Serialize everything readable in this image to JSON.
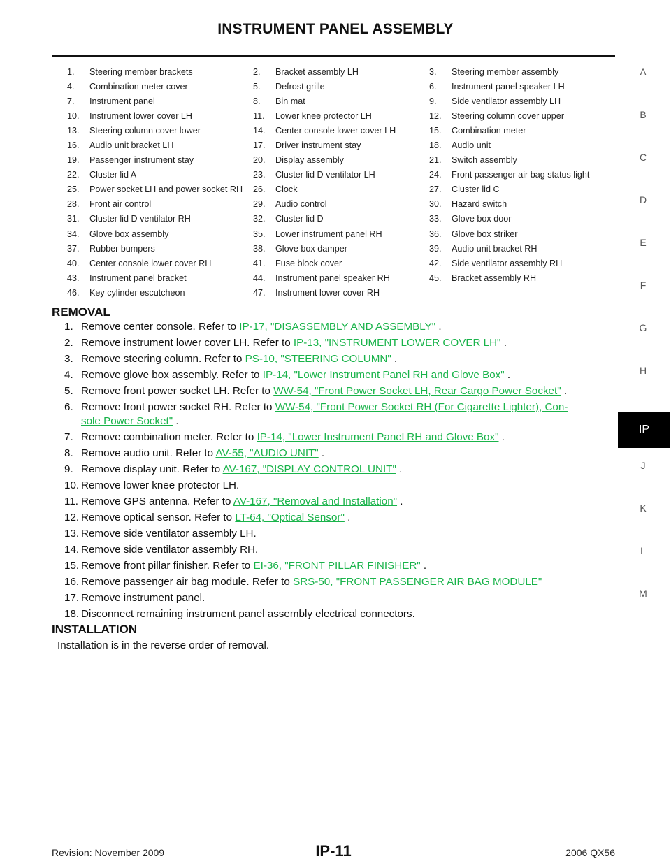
{
  "header": {
    "title": "INSTRUMENT PANEL ASSEMBLY"
  },
  "side_index": {
    "letters": [
      "A",
      "B",
      "C",
      "D",
      "E",
      "F",
      "G",
      "H",
      "IP",
      "J",
      "K",
      "L",
      "M"
    ],
    "active": "IP"
  },
  "legend": [
    [
      {
        "num": "1.",
        "label": "Steering member brackets"
      },
      {
        "num": "2.",
        "label": "Bracket assembly LH"
      },
      {
        "num": "3.",
        "label": "Steering member assembly"
      }
    ],
    [
      {
        "num": "4.",
        "label": "Combination meter cover"
      },
      {
        "num": "5.",
        "label": "Defrost grille"
      },
      {
        "num": "6.",
        "label": "Instrument panel speaker LH"
      }
    ],
    [
      {
        "num": "7.",
        "label": "Instrument panel"
      },
      {
        "num": "8.",
        "label": "Bin mat"
      },
      {
        "num": "9.",
        "label": "Side ventilator assembly LH"
      }
    ],
    [
      {
        "num": "10.",
        "label": "Instrument lower cover LH"
      },
      {
        "num": "11.",
        "label": "Lower knee protector LH"
      },
      {
        "num": "12.",
        "label": "Steering column cover upper"
      }
    ],
    [
      {
        "num": "13.",
        "label": "Steering column cover lower"
      },
      {
        "num": "14.",
        "label": "Center console lower cover LH"
      },
      {
        "num": "15.",
        "label": "Combination meter"
      }
    ],
    [
      {
        "num": "16.",
        "label": "Audio unit bracket LH"
      },
      {
        "num": "17.",
        "label": "Driver instrument stay"
      },
      {
        "num": "18.",
        "label": "Audio unit"
      }
    ],
    [
      {
        "num": "19.",
        "label": "Passenger instrument stay"
      },
      {
        "num": "20.",
        "label": "Display assembly"
      },
      {
        "num": "21.",
        "label": "Switch assembly"
      }
    ],
    [
      {
        "num": "22.",
        "label": "Cluster lid A"
      },
      {
        "num": "23.",
        "label": "Cluster lid D ventilator LH"
      },
      {
        "num": "24.",
        "label": "Front passenger air bag status light"
      }
    ],
    [
      {
        "num": "25.",
        "label": "Power socket LH and power socket RH"
      },
      {
        "num": "26.",
        "label": "Clock"
      },
      {
        "num": "27.",
        "label": "Cluster lid C"
      }
    ],
    [
      {
        "num": "28.",
        "label": "Front air control"
      },
      {
        "num": "29.",
        "label": "Audio control"
      },
      {
        "num": "30.",
        "label": "Hazard switch"
      }
    ],
    [
      {
        "num": "31.",
        "label": "Cluster lid D ventilator RH"
      },
      {
        "num": "32.",
        "label": "Cluster lid D"
      },
      {
        "num": "33.",
        "label": "Glove box door"
      }
    ],
    [
      {
        "num": "34.",
        "label": "Glove box assembly"
      },
      {
        "num": "35.",
        "label": "Lower instrument panel RH"
      },
      {
        "num": "36.",
        "label": "Glove box striker"
      }
    ],
    [
      {
        "num": "37.",
        "label": "Rubber bumpers"
      },
      {
        "num": "38.",
        "label": "Glove box damper"
      },
      {
        "num": "39.",
        "label": "Audio unit bracket RH"
      }
    ],
    [
      {
        "num": "40.",
        "label": "Center console lower cover RH"
      },
      {
        "num": "41.",
        "label": "Fuse block cover"
      },
      {
        "num": "42.",
        "label": "Side ventilator assembly RH"
      }
    ],
    [
      {
        "num": "43.",
        "label": "Instrument panel bracket"
      },
      {
        "num": "44.",
        "label": "Instrument panel speaker RH"
      },
      {
        "num": "45.",
        "label": "Bracket assembly RH"
      }
    ],
    [
      {
        "num": "46.",
        "label": "Key cylinder escutcheon"
      },
      {
        "num": "47.",
        "label": "Instrument lower cover RH"
      },
      {
        "num": "",
        "label": ""
      }
    ]
  ],
  "removal": {
    "heading": "REMOVAL",
    "steps": [
      {
        "num": "1.",
        "text": "Remove center console. Refer to ",
        "link": "IP-17, \"DISASSEMBLY AND ASSEMBLY\"",
        "after": " ."
      },
      {
        "num": "2.",
        "text": "Remove instrument lower cover LH. Refer to ",
        "link": "IP-13, \"INSTRUMENT LOWER COVER LH\"",
        "after": " ."
      },
      {
        "num": "3.",
        "text": "Remove steering column. Refer to ",
        "link": "PS-10, \"STEERING COLUMN\"",
        "after": " ."
      },
      {
        "num": "4.",
        "text": "Remove glove box assembly. Refer to ",
        "link": "IP-14, \"Lower Instrument Panel RH and Glove Box\"",
        "after": " ."
      },
      {
        "num": "5.",
        "text": "Remove front power socket LH. Refer to ",
        "link": "WW-54, \"Front Power Socket LH, Rear Cargo Power Socket\"",
        "after": " ."
      },
      {
        "num": "6.",
        "text": "Remove front power socket RH. Refer to ",
        "link": "WW-54, \"Front Power Socket RH (For Cigarette Lighter), Con-",
        "link2": "sole Power Socket\"",
        "after": " ."
      },
      {
        "num": "7.",
        "text": "Remove combination meter. Refer to ",
        "link": "IP-14, \"Lower Instrument Panel RH and Glove Box\"",
        "after": " ."
      },
      {
        "num": "8.",
        "text": "Remove audio unit. Refer to ",
        "link": "AV-55, \"AUDIO UNIT\"",
        "after": " ."
      },
      {
        "num": "9.",
        "text": "Remove display unit. Refer to ",
        "link": "AV-167, \"DISPLAY CONTROL UNIT\"",
        "after": " ."
      },
      {
        "num": "10.",
        "text": "Remove lower knee protector LH.",
        "link": "",
        "after": ""
      },
      {
        "num": "11.",
        "text": "Remove GPS antenna. Refer to ",
        "link": "AV-167, \"Removal and Installation\"",
        "after": " ."
      },
      {
        "num": "12.",
        "text": "Remove optical sensor. Refer to ",
        "link": "LT-64, \"Optical Sensor\"",
        "after": " ."
      },
      {
        "num": "13.",
        "text": "Remove side ventilator assembly LH.",
        "link": "",
        "after": ""
      },
      {
        "num": "14.",
        "text": "Remove side ventilator assembly RH.",
        "link": "",
        "after": ""
      },
      {
        "num": "15.",
        "text": "Remove front pillar finisher. Refer to ",
        "link": "EI-36, \"FRONT PILLAR FINISHER\"",
        "after": " ."
      },
      {
        "num": "16.",
        "text": "Remove passenger air bag module. Refer to ",
        "link": "SRS-50, \"FRONT PASSENGER AIR BAG MODULE\"",
        "after": ""
      },
      {
        "num": "17.",
        "text": "Remove instrument panel.",
        "link": "",
        "after": ""
      },
      {
        "num": "18.",
        "text": "Disconnect remaining instrument panel assembly electrical connectors.",
        "link": "",
        "after": ""
      }
    ]
  },
  "installation": {
    "heading": "INSTALLATION",
    "text": "Installation is in the reverse order of removal."
  },
  "footer": {
    "revision": "Revision: November 2009",
    "page": "IP-11",
    "model": "2006 QX56"
  }
}
